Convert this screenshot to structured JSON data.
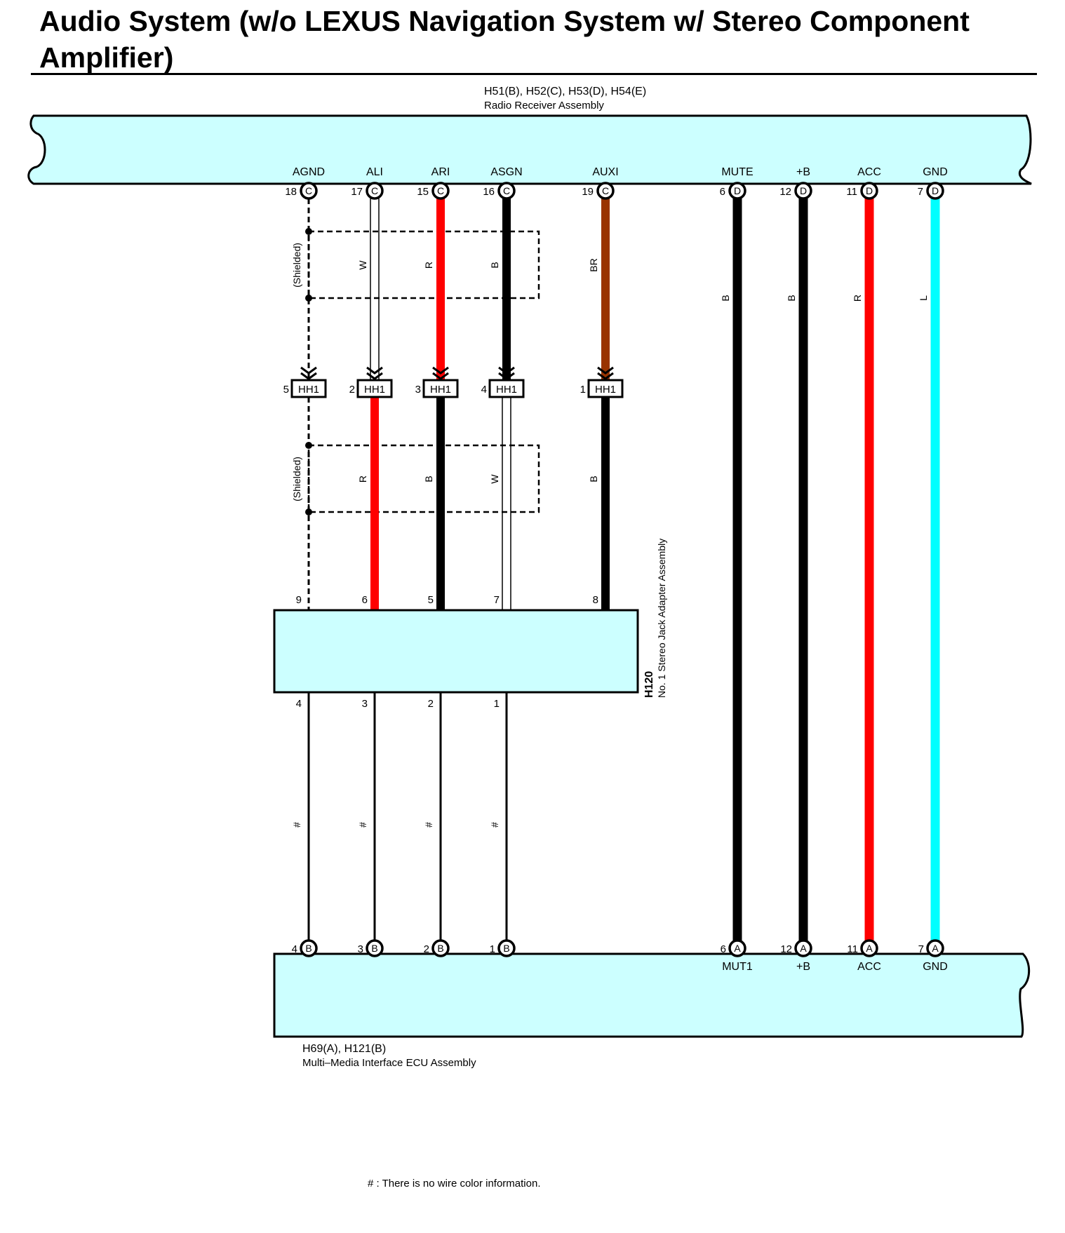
{
  "title": "Audio System (w/o LEXUS Navigation System w/ Stereo Component Amplifier)",
  "top_component": {
    "connectors": "H51(B), H52(C), H53(D), H54(E)",
    "name": "Radio Receiver Assembly",
    "fill": "#ccffff"
  },
  "top_terminals": [
    {
      "label": "AGND",
      "pin": "18",
      "conn": "C",
      "wire_color": "",
      "color_hex": "#000000",
      "shielded": true
    },
    {
      "label": "ALI",
      "pin": "17",
      "conn": "C",
      "wire_color": "W",
      "color_hex": "#ffffff"
    },
    {
      "label": "ARI",
      "pin": "15",
      "conn": "C",
      "wire_color": "R",
      "color_hex": "#ff0000"
    },
    {
      "label": "ASGN",
      "pin": "16",
      "conn": "C",
      "wire_color": "B",
      "color_hex": "#000000"
    },
    {
      "label": "AUXI",
      "pin": "19",
      "conn": "C",
      "wire_color": "BR",
      "color_hex": "#993300"
    },
    {
      "label": "MUTE",
      "pin": "6",
      "conn": "D",
      "wire_color": "B",
      "color_hex": "#000000"
    },
    {
      "label": "+B",
      "pin": "12",
      "conn": "D",
      "wire_color": "B",
      "color_hex": "#000000"
    },
    {
      "label": "ACC",
      "pin": "11",
      "conn": "D",
      "wire_color": "R",
      "color_hex": "#ff0000"
    },
    {
      "label": "GND",
      "pin": "7",
      "conn": "D",
      "wire_color": "L",
      "color_hex": "#00ffff"
    }
  ],
  "shield_label": "(Shielded)",
  "junction": {
    "name": "HH1",
    "pins": [
      {
        "pin": "5",
        "wire_color": "",
        "color_hex": "#000000"
      },
      {
        "pin": "2",
        "wire_color": "R",
        "color_hex": "#ff0000"
      },
      {
        "pin": "3",
        "wire_color": "B",
        "color_hex": "#000000"
      },
      {
        "pin": "4",
        "wire_color": "W",
        "color_hex": "#ffffff"
      },
      {
        "pin": "1",
        "wire_color": "B",
        "color_hex": "#000000"
      }
    ]
  },
  "middle_component": {
    "id": "H120",
    "name": "No. 1 Stereo Jack Adapter Assembly",
    "top_pins": [
      "9",
      "6",
      "5",
      "7",
      "8"
    ],
    "bottom_pins": [
      "4",
      "3",
      "2",
      "1"
    ],
    "fill": "#ccffff"
  },
  "unknown_wire_mark": "#",
  "bottom_component": {
    "connectors": "H69(A), H121(B)",
    "name": "Multi–Media Interface ECU Assembly",
    "fill": "#ccffff",
    "left_pins": [
      {
        "pin": "4",
        "conn": "B"
      },
      {
        "pin": "3",
        "conn": "B"
      },
      {
        "pin": "2",
        "conn": "B"
      },
      {
        "pin": "1",
        "conn": "B"
      }
    ],
    "right_pins": [
      {
        "pin": "6",
        "conn": "A",
        "label": "MUT1"
      },
      {
        "pin": "12",
        "conn": "A",
        "label": "+B"
      },
      {
        "pin": "11",
        "conn": "A",
        "label": "ACC"
      },
      {
        "pin": "7",
        "conn": "A",
        "label": "GND"
      }
    ]
  },
  "footnote": "# : There is no wire color information."
}
